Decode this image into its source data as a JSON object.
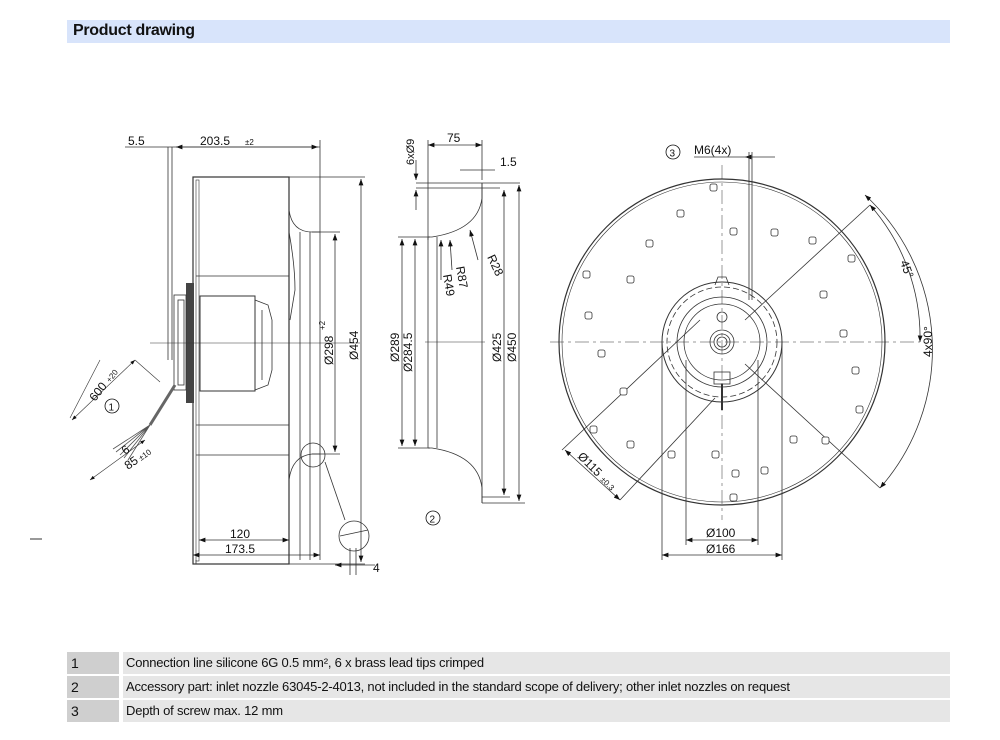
{
  "header": {
    "title": "Product drawing"
  },
  "side_view": {
    "dims": {
      "d1": "5.5",
      "d2": "203.5",
      "d2_tol": "±2",
      "d3": "Ø298",
      "d3_tol": "+2",
      "d4": "Ø454",
      "d5": "600",
      "d5_tol": "+20",
      "d6": "6",
      "d7": "85",
      "d7_tol": "±10",
      "d8": "120",
      "d9": "173.5",
      "d10": "4"
    },
    "callout": "1"
  },
  "nozzle_view": {
    "dims": {
      "holes": "6xØ9",
      "w75": "75",
      "w15": "1.5",
      "r49": "R49",
      "r87": "R87",
      "r28": "R28",
      "d289": "Ø289",
      "d2845": "Ø284.5",
      "d425": "Ø425",
      "d450": "Ø450"
    },
    "callout": "2"
  },
  "front_view": {
    "dims": {
      "m6": "M6(4x)",
      "a45": "45°",
      "a490": "4x90°",
      "d115": "Ø115",
      "d115_tol": "±0.3",
      "d100": "Ø100",
      "d166": "Ø166"
    },
    "callout": "3"
  },
  "notes": [
    {
      "num": "1",
      "text": "Connection line silicone 6G 0.5 mm², 6 x brass lead tips crimped"
    },
    {
      "num": "2",
      "text": "Accessory part: inlet nozzle 63045-2-4013, not included in the standard scope of delivery; other inlet nozzles on request"
    },
    {
      "num": "3",
      "text": "Depth of screw max. 12 mm"
    }
  ]
}
